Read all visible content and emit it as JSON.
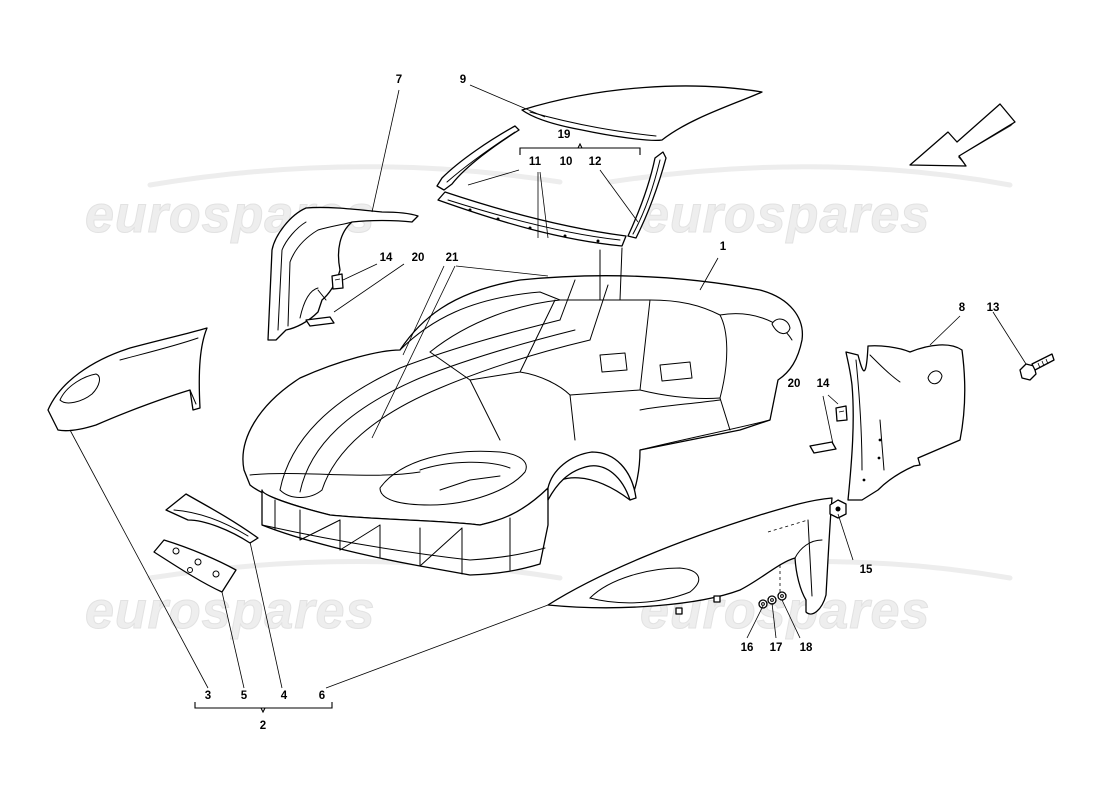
{
  "watermark": {
    "text": "eurospares",
    "color": "#e6e6e6"
  },
  "direction_arrow": {
    "icon": "direction-arrow-icon"
  },
  "callouts": {
    "c1": "1",
    "c2": "2",
    "c3": "3",
    "c4": "4",
    "c5": "5",
    "c6": "6",
    "c7": "7",
    "c8": "8",
    "c9": "9",
    "c10": "10",
    "c11": "11",
    "c12": "12",
    "c13": "13",
    "c14a": "14",
    "c14b": "14",
    "c15": "15",
    "c16": "16",
    "c17": "17",
    "c18": "18",
    "c19": "19",
    "c20a": "20",
    "c20b": "20",
    "c21": "21"
  }
}
